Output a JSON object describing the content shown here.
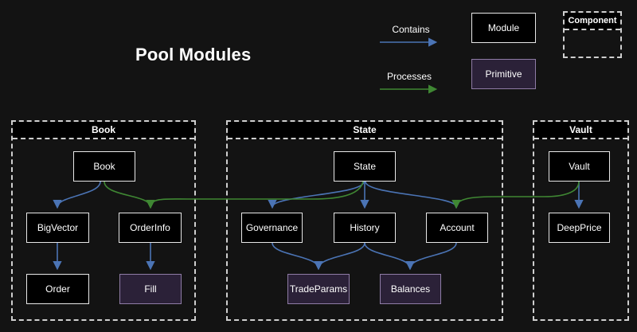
{
  "title": "Pool Modules",
  "colors": {
    "background": "#131313",
    "text": "#ffffff",
    "box_fill": "#000000",
    "box_border": "#e8e8e8",
    "primitive_fill": "#2b2138",
    "primitive_border": "#8f7ca6",
    "contains_arrow": "#4b74b5",
    "processes_arrow": "#3f8733",
    "group_border": "#cfcfcf"
  },
  "legend": {
    "contains_label": "Contains",
    "processes_label": "Processes",
    "module_label": "Module",
    "primitive_label": "Primitive",
    "component_label": "Component"
  },
  "groups": [
    {
      "title": "Book",
      "nodes": [
        {
          "label": "Book",
          "type": "module"
        },
        {
          "label": "BigVector",
          "type": "module"
        },
        {
          "label": "OrderInfo",
          "type": "module"
        },
        {
          "label": "Order",
          "type": "module"
        },
        {
          "label": "Fill",
          "type": "primitive"
        }
      ]
    },
    {
      "title": "State",
      "nodes": [
        {
          "label": "State",
          "type": "module"
        },
        {
          "label": "Governance",
          "type": "module"
        },
        {
          "label": "History",
          "type": "module"
        },
        {
          "label": "Account",
          "type": "module"
        },
        {
          "label": "TradeParams",
          "type": "primitive"
        },
        {
          "label": "Balances",
          "type": "primitive"
        }
      ]
    },
    {
      "title": "Vault",
      "nodes": [
        {
          "label": "Vault",
          "type": "module"
        },
        {
          "label": "DeepPrice",
          "type": "module"
        }
      ]
    }
  ],
  "edges": {
    "contains": [
      {
        "from": "Book",
        "to": "BigVector"
      },
      {
        "from": "BigVector",
        "to": "Order"
      },
      {
        "from": "OrderInfo",
        "to": "Fill"
      },
      {
        "from": "State",
        "to": "Governance"
      },
      {
        "from": "State",
        "to": "History"
      },
      {
        "from": "State",
        "to": "Account"
      },
      {
        "from": "Governance",
        "to": "TradeParams"
      },
      {
        "from": "History",
        "to": "TradeParams"
      },
      {
        "from": "History",
        "to": "Balances"
      },
      {
        "from": "Account",
        "to": "Balances"
      },
      {
        "from": "Vault",
        "to": "DeepPrice"
      }
    ],
    "processes": [
      {
        "from": "Book",
        "to": "OrderInfo"
      },
      {
        "from": "State",
        "to": "OrderInfo"
      },
      {
        "from": "Vault",
        "to": "Account"
      }
    ]
  }
}
